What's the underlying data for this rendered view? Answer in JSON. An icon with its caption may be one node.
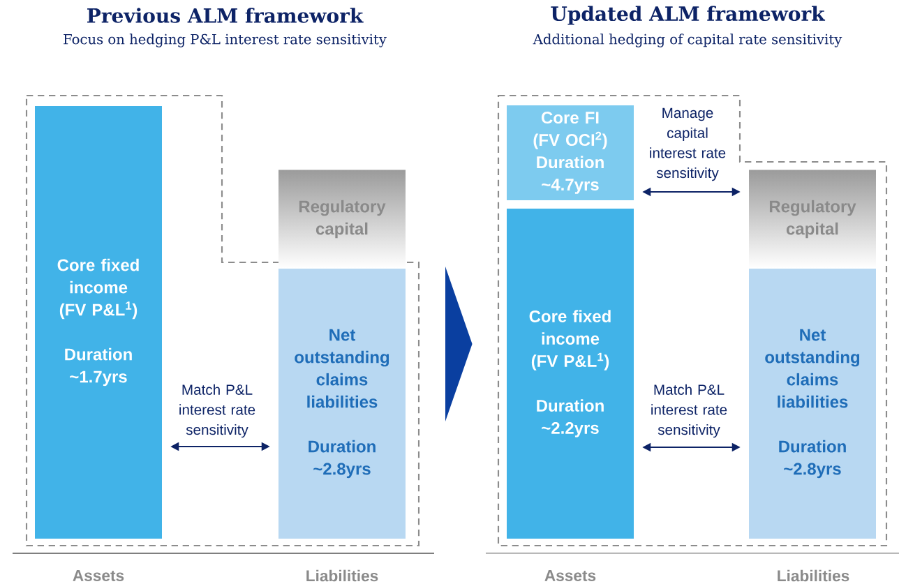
{
  "diagram": {
    "nodes": [
      {
        "text": [
          "Core fixed income (FV P&L$^{1}$)",
          "Duration ~1.7yrs"
        ]
      },
      {
        "text": [
          "Regulatory capital"
        ]
      },
      {
        "text": [
          "Net outstanding claims liabilities",
          "Duration ~2.8yrs"
        ]
      },
      {
        "text": [
          "Core FI (FV OCI$^{2}$) Duration ~4.7yrs"
        ]
      },
      {
        "text": [
          "Core fixed income (FV P&L$^{1}$)",
          "Duration ~2.2yrs"
        ]
      },
      {
        "text": [
          "Regulatory capital"
        ]
      },
      {
        "text": [
          "Net outstanding claims liabilities",
          "Duration ~2.8yrs"
        ]
      },
      {
        "text": [],
        "shape": "triangle"
      }
    ],
    "edges": [
      {
        "from": 0,
        "to": 2,
        "arrow": "both",
        "label": "Match P&L interest rate sensitivity"
      },
      {
        "from": 3,
        "to": 5,
        "arrow": "both",
        "label": "Manage capital interest rate sensitivity"
      },
      {
        "from": 4,
        "to": 6,
        "arrow": "both",
        "label": "Match P&L interest rate sensitivity"
      }
    ],
    "labels": [
      "Previous ALM framework",
      "Focus on hedging P&L interest rate sensitivity",
      "Updated ALM framework",
      "Additional hedging of capital rate sensitivity",
      "Assets",
      "Liabilities",
      "Assets",
      "Liabilities"
    ]
  }
}
